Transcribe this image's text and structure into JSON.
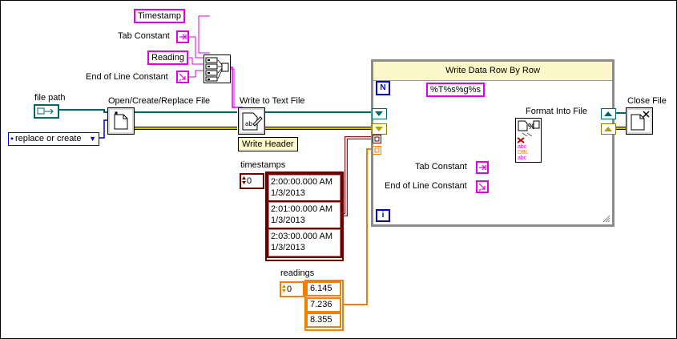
{
  "diagram": {
    "constants": {
      "timestamp_label": "Timestamp",
      "reading_label": "Reading",
      "tab_constant_top": "Tab Constant",
      "eol_constant_top": "End of Line Constant",
      "format_string": "%T%s%g%s",
      "tab_constant_loop": "Tab Constant",
      "eol_constant_loop": "End of Line Constant"
    },
    "controls": {
      "file_path_label": "file path",
      "mode_value": "replace or create",
      "timestamps_label": "timestamps",
      "timestamps_index": "0",
      "timestamps": [
        {
          "time": "2:00:00.000 AM",
          "date": "1/3/2013"
        },
        {
          "time": "2:01:00.000 AM",
          "date": "1/3/2013"
        },
        {
          "time": "2:03:00.000 AM",
          "date": "1/3/2013"
        }
      ],
      "readings_label": "readings",
      "readings_index": "0",
      "readings": [
        "6.145",
        "7.236",
        "8.355"
      ]
    },
    "nodes": {
      "open_file": "Open/Create/Replace File",
      "write_text": "Write to Text File",
      "write_header": "Write Header",
      "format_into_file": "Format Into File",
      "close_file": "Close File"
    },
    "loop": {
      "title": "Write Data Row By Row",
      "count_terminal": "N",
      "iteration_terminal": "i"
    },
    "colors": {
      "string_wire": "#e000e0",
      "refnum_wire": "#006666",
      "error_wire": "#d8c000",
      "timestamp_wire": "#8b1a1a",
      "numeric_wire": "#f08000",
      "enum_wire": "#0000cc"
    }
  }
}
